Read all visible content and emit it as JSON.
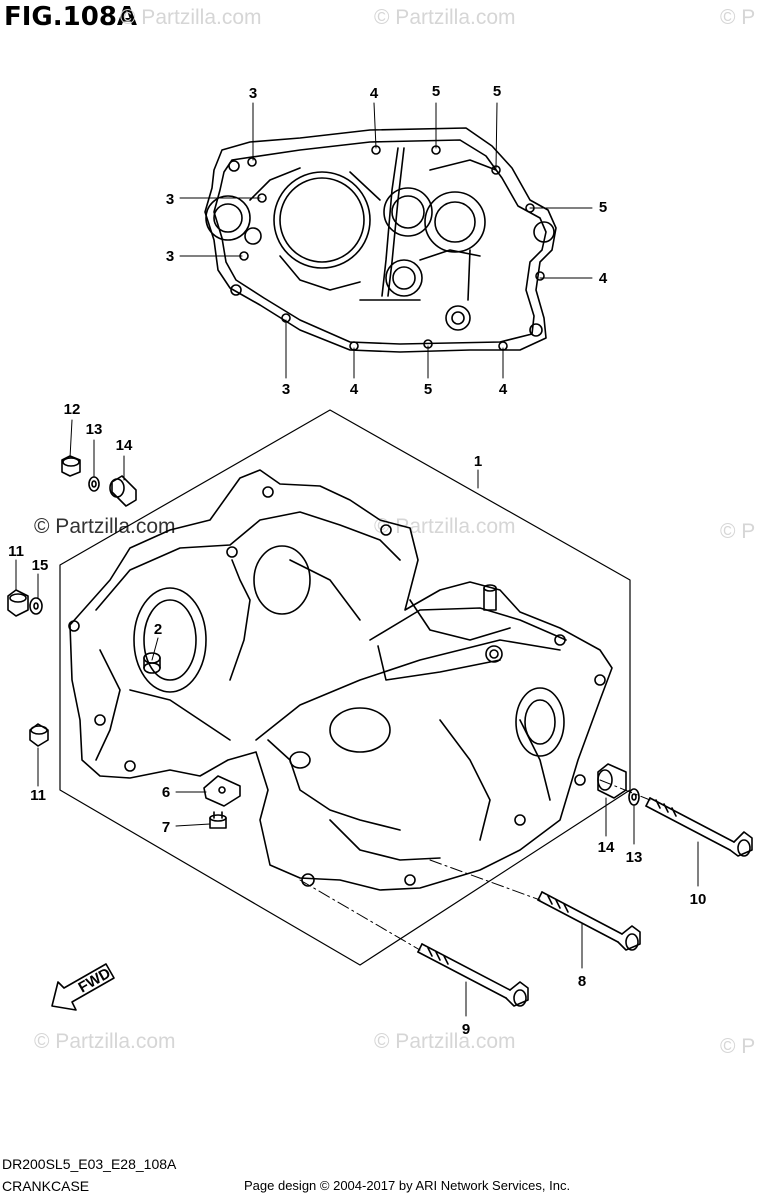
{
  "figure": {
    "title": "FIG.108A",
    "watermark": "© Partzilla.com",
    "watermark_short": "© P",
    "fwd_label": "FWD"
  },
  "footer": {
    "model_code": "DR200SL5_E03_E28_108A",
    "section_name": "CRANKCASE",
    "credit": "Page design © 2004-2017 by ARI Network Services, Inc."
  },
  "callouts": {
    "top_cover": [
      "3",
      "4",
      "5",
      "5",
      "3",
      "5",
      "3",
      "4",
      "3",
      "4",
      "5",
      "4"
    ],
    "main": [
      "1",
      "2",
      "6",
      "7",
      "8",
      "9",
      "10",
      "11",
      "11",
      "12",
      "13",
      "13",
      "14",
      "14",
      "15"
    ]
  },
  "colors": {
    "line": "#000000",
    "watermark": "#d6d6d6"
  }
}
